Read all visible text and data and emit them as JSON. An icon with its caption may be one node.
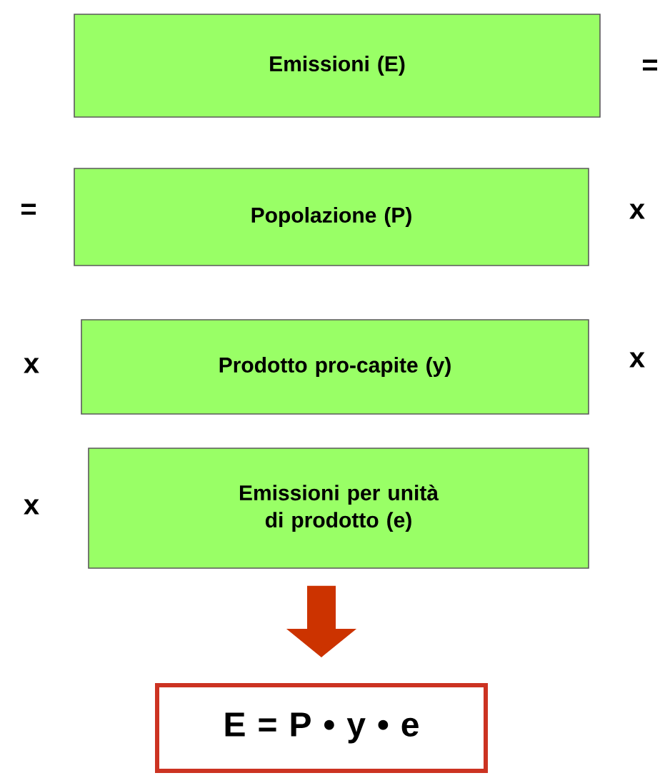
{
  "diagram": {
    "nodes": [
      {
        "text": [
          "Emissioni  (E)"
        ]
      },
      {
        "text": [
          "Popolazione (P)"
        ]
      },
      {
        "text": [
          "Prodotto pro-capite (y)"
        ]
      },
      {
        "text": [
          "Emissioni per unità di prodotto (e)"
        ]
      },
      {
        "text": [
          "E = P • y • e"
        ]
      }
    ],
    "edges": [
      {
        "from": 3,
        "to": 4,
        "arrow": "to",
        "color": "#cc3300"
      }
    ],
    "labels": [
      "=",
      "=",
      "x",
      "x",
      "x",
      "x"
    ]
  }
}
